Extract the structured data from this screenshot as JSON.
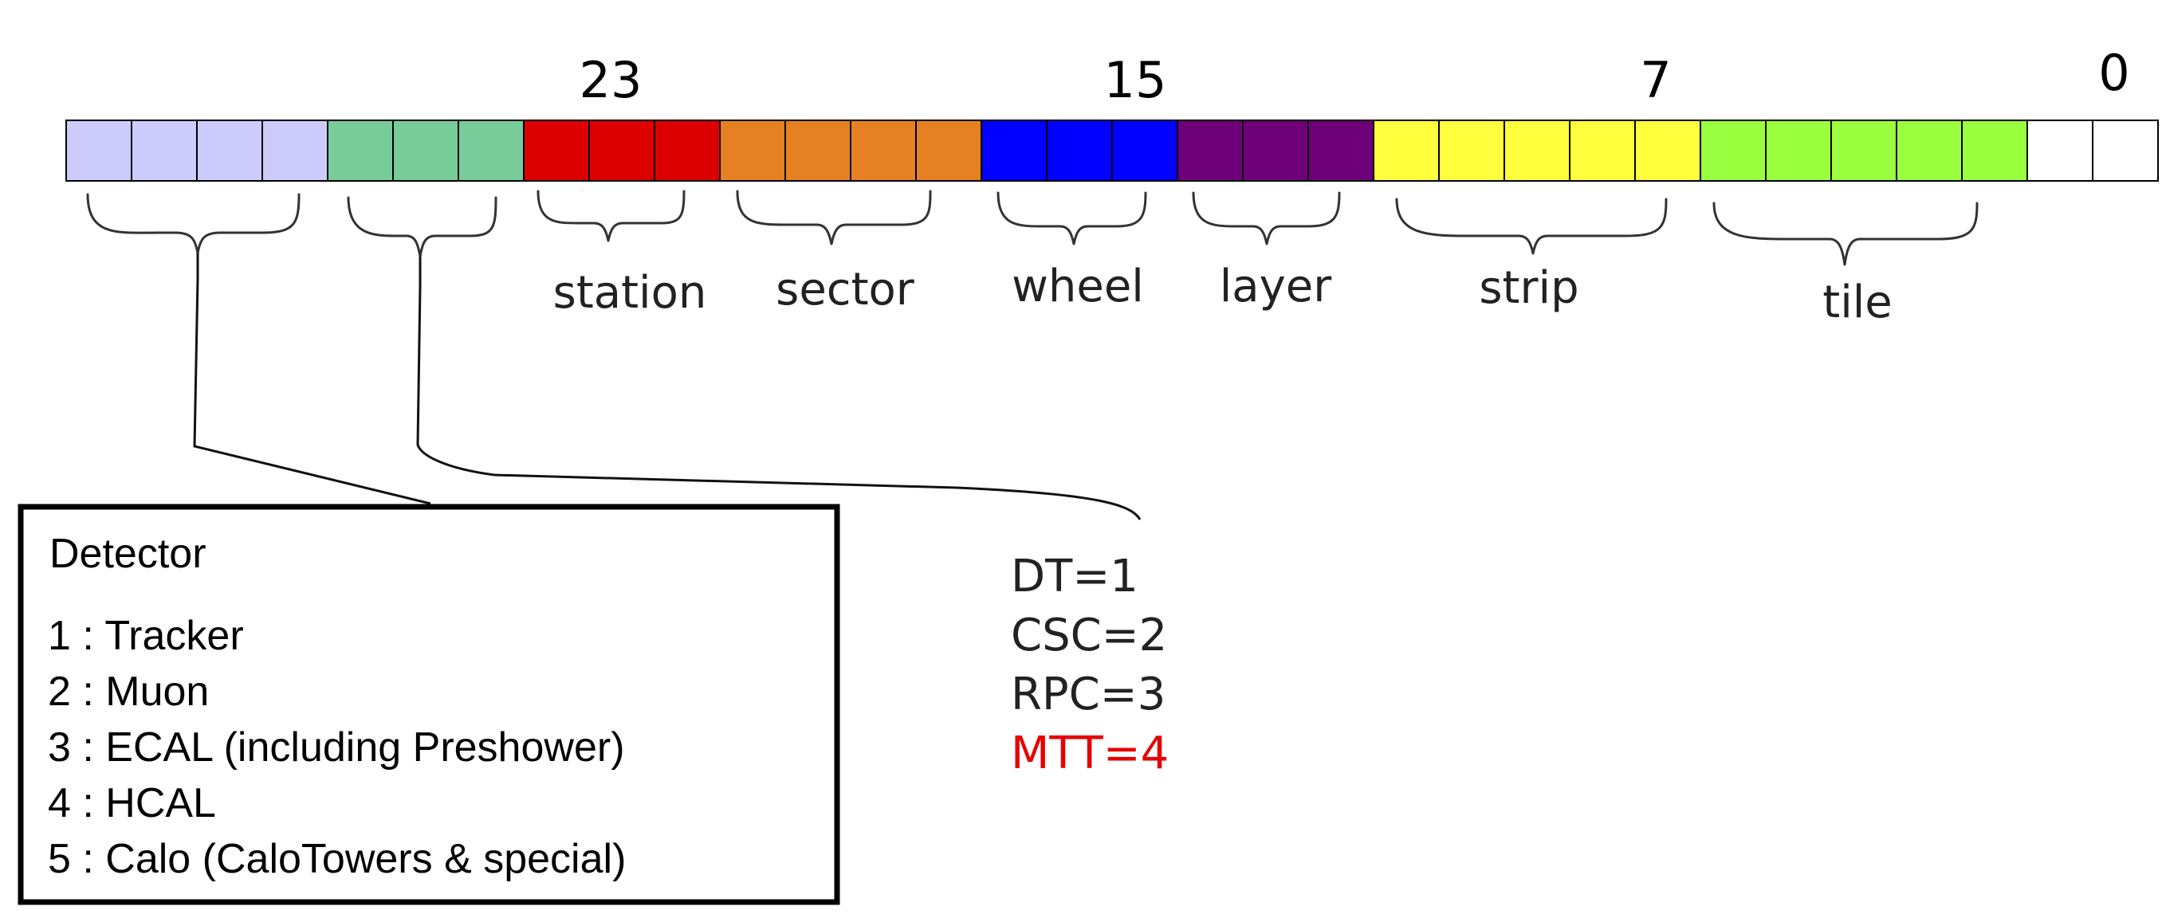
{
  "bit_numbers": [
    "23",
    "15",
    "7",
    "0"
  ],
  "cells": [
    "#cccbfa",
    "#cccbfa",
    "#cccbfa",
    "#cccbfa",
    "#78cc99",
    "#78cc99",
    "#78cc99",
    "#dd0000",
    "#dd0000",
    "#dd0000",
    "#e58023",
    "#e58023",
    "#e58023",
    "#e58023",
    "#0000ff",
    "#0000ff",
    "#0000ff",
    "#6e007a",
    "#6e007a",
    "#6e007a",
    "#ffff3d",
    "#ffff3d",
    "#ffff3d",
    "#ffff3d",
    "#ffff3d",
    "#99ff3e",
    "#99ff3e",
    "#99ff3e",
    "#99ff3e",
    "#99ff3e",
    "#ffffff",
    "#ffffff"
  ],
  "field_labels": [
    "station",
    "sector",
    "wheel",
    "layer",
    "strip",
    "tile"
  ],
  "detector_box": {
    "title": "Detector",
    "items": [
      "1 : Tracker",
      "2 : Muon",
      "3 : ECAL (including Preshower)",
      "4 : HCAL",
      "5 : Calo (CaloTowers & special)"
    ]
  },
  "muon_subdetectors": [
    {
      "text": "DT=1",
      "color": "#222222"
    },
    {
      "text": "CSC=2",
      "color": "#222222"
    },
    {
      "text": "RPC=3",
      "color": "#222222"
    },
    {
      "text": "MTT=4",
      "color": "#e60000"
    }
  ]
}
